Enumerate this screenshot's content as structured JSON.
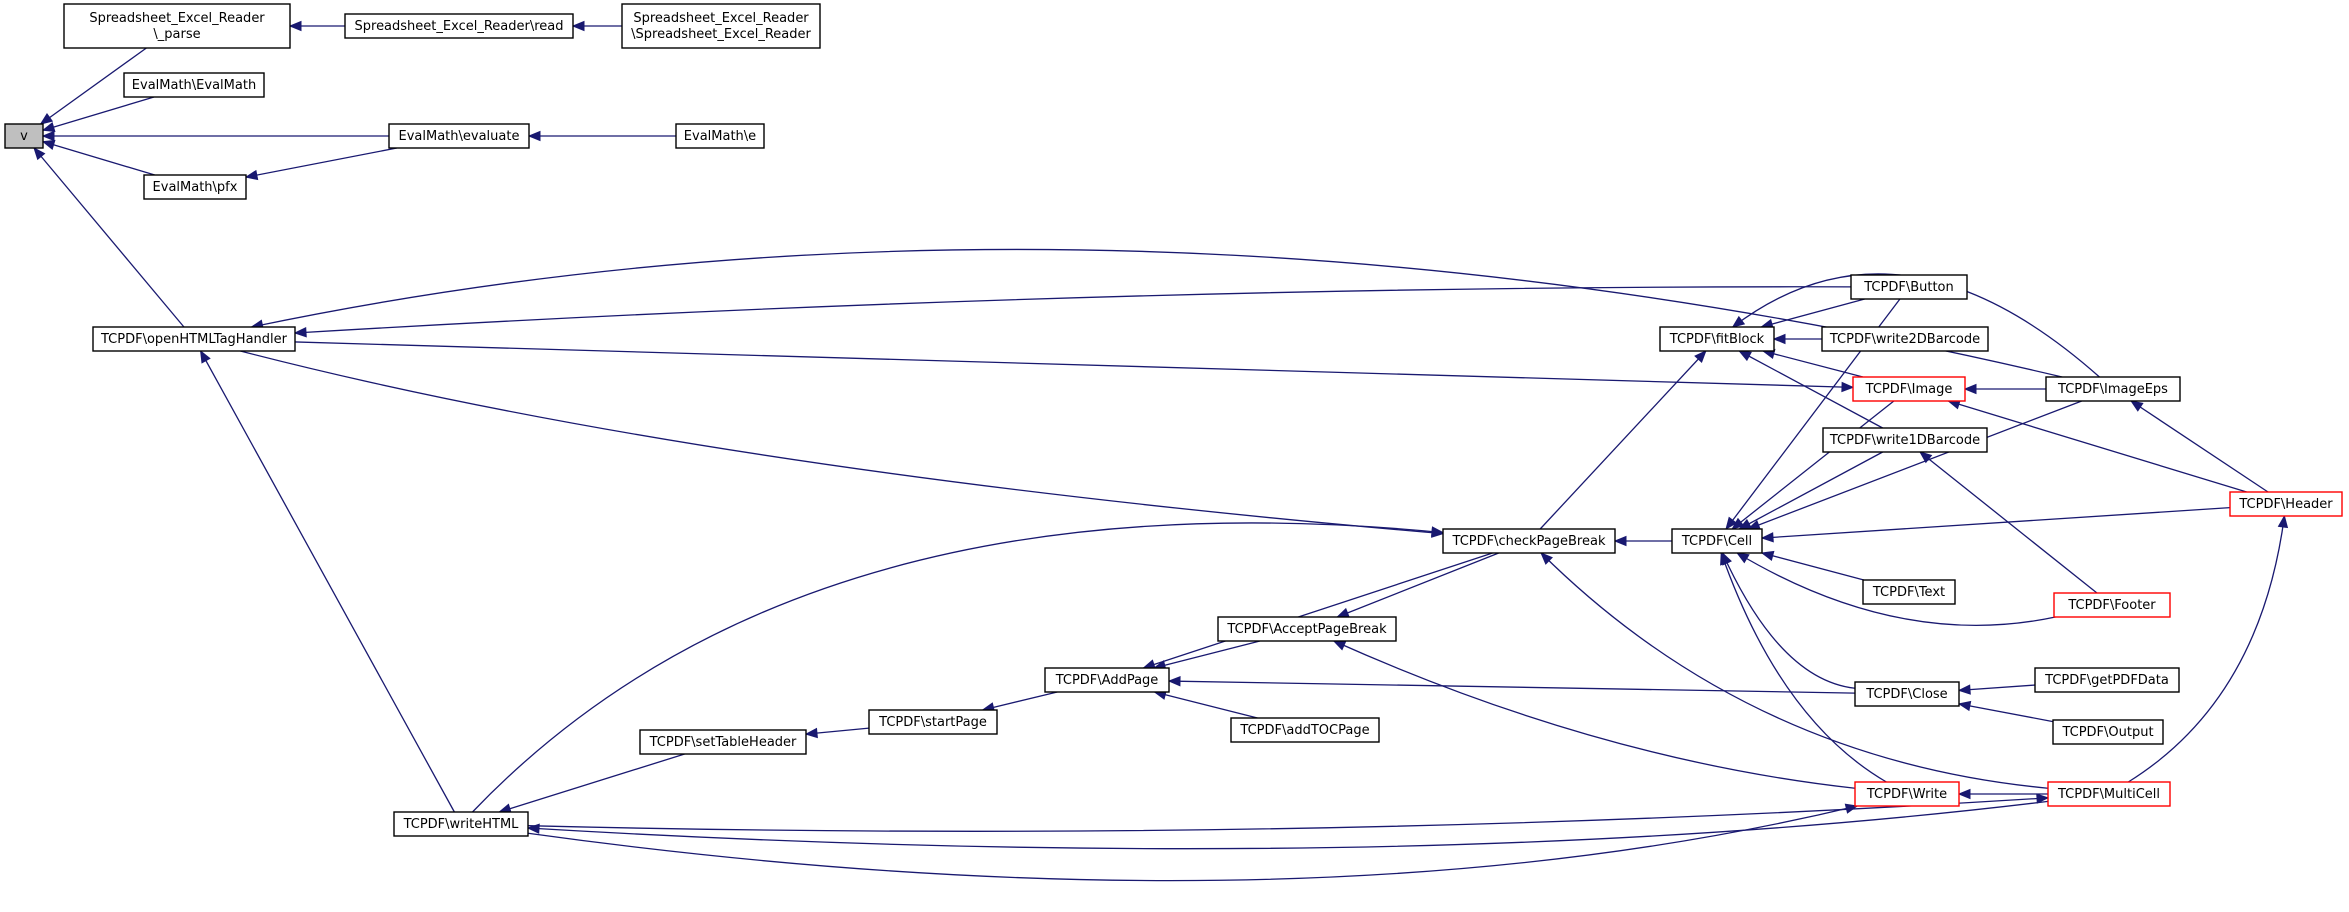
{
  "diagram": {
    "nodes": [
      {
        "id": "v",
        "lines": [
          "v"
        ]
      },
      {
        "id": "ser_parse",
        "lines": [
          "Spreadsheet_Excel_Reader",
          "\\_parse"
        ]
      },
      {
        "id": "ser_read",
        "lines": [
          "Spreadsheet_Excel_Reader\\read"
        ]
      },
      {
        "id": "ser_ctor",
        "lines": [
          "Spreadsheet_Excel_Reader",
          "\\Spreadsheet_Excel_Reader"
        ]
      },
      {
        "id": "em_ctor",
        "lines": [
          "EvalMath\\EvalMath"
        ]
      },
      {
        "id": "em_eval",
        "lines": [
          "EvalMath\\evaluate"
        ]
      },
      {
        "id": "em_e",
        "lines": [
          "EvalMath\\e"
        ]
      },
      {
        "id": "em_pfx",
        "lines": [
          "EvalMath\\pfx"
        ]
      },
      {
        "id": "openHTML",
        "lines": [
          "TCPDF\\openHTMLTagHandler"
        ]
      },
      {
        "id": "writeHTML",
        "lines": [
          "TCPDF\\writeHTML"
        ]
      },
      {
        "id": "setTableHeader",
        "lines": [
          "TCPDF\\setTableHeader"
        ]
      },
      {
        "id": "startPage",
        "lines": [
          "TCPDF\\startPage"
        ]
      },
      {
        "id": "AddPage",
        "lines": [
          "TCPDF\\AddPage"
        ]
      },
      {
        "id": "AcceptPageBreak",
        "lines": [
          "TCPDF\\AcceptPageBreak"
        ]
      },
      {
        "id": "addTOCPage",
        "lines": [
          "TCPDF\\addTOCPage"
        ]
      },
      {
        "id": "checkPageBreak",
        "lines": [
          "TCPDF\\checkPageBreak"
        ]
      },
      {
        "id": "fitBlock",
        "lines": [
          "TCPDF\\fitBlock"
        ]
      },
      {
        "id": "Cell",
        "lines": [
          "TCPDF\\Cell"
        ]
      },
      {
        "id": "Button",
        "lines": [
          "TCPDF\\Button"
        ]
      },
      {
        "id": "write2D",
        "lines": [
          "TCPDF\\write2DBarcode"
        ]
      },
      {
        "id": "Image",
        "lines": [
          "TCPDF\\Image"
        ],
        "red": true
      },
      {
        "id": "write1D",
        "lines": [
          "TCPDF\\write1DBarcode"
        ]
      },
      {
        "id": "Text",
        "lines": [
          "TCPDF\\Text"
        ]
      },
      {
        "id": "Close",
        "lines": [
          "TCPDF\\Close"
        ]
      },
      {
        "id": "Write",
        "lines": [
          "TCPDF\\Write"
        ],
        "red": true
      },
      {
        "id": "ImageEps",
        "lines": [
          "TCPDF\\ImageEps"
        ]
      },
      {
        "id": "Header",
        "lines": [
          "TCPDF\\Header"
        ],
        "red": true
      },
      {
        "id": "Footer",
        "lines": [
          "TCPDF\\Footer"
        ],
        "red": true
      },
      {
        "id": "MultiCell",
        "lines": [
          "TCPDF\\MultiCell"
        ],
        "red": true
      },
      {
        "id": "getPDFData",
        "lines": [
          "TCPDF\\getPDFData"
        ]
      },
      {
        "id": "Output",
        "lines": [
          "TCPDF\\Output"
        ]
      }
    ],
    "edges": [
      {
        "from": "ser_parse",
        "to": "v"
      },
      {
        "from": "ser_read",
        "to": "ser_parse"
      },
      {
        "from": "ser_ctor",
        "to": "ser_read"
      },
      {
        "from": "em_ctor",
        "to": "v"
      },
      {
        "from": "em_eval",
        "to": "v"
      },
      {
        "from": "em_e",
        "to": "em_eval"
      },
      {
        "from": "em_pfx",
        "to": "v"
      },
      {
        "from": "em_eval",
        "to": "em_pfx"
      },
      {
        "from": "openHTML",
        "to": "v"
      },
      {
        "from": "writeHTML",
        "to": "openHTML"
      },
      {
        "from": "ImageEps",
        "to": "openHTML"
      },
      {
        "from": "Button",
        "to": "openHTML"
      },
      {
        "from": "openHTML",
        "to": "Image"
      },
      {
        "from": "openHTML",
        "to": "checkPageBreak"
      },
      {
        "from": "writeHTML",
        "to": "checkPageBreak"
      },
      {
        "from": "setTableHeader",
        "to": "writeHTML"
      },
      {
        "from": "startPage",
        "to": "setTableHeader"
      },
      {
        "from": "AddPage",
        "to": "startPage"
      },
      {
        "from": "checkPageBreak",
        "to": "AddPage"
      },
      {
        "from": "AcceptPageBreak",
        "to": "AddPage"
      },
      {
        "from": "addTOCPage",
        "to": "AddPage"
      },
      {
        "from": "Close",
        "to": "AddPage"
      },
      {
        "from": "checkPageBreak",
        "to": "AcceptPageBreak"
      },
      {
        "from": "Write",
        "to": "AcceptPageBreak"
      },
      {
        "from": "checkPageBreak",
        "to": "fitBlock"
      },
      {
        "from": "Cell",
        "to": "checkPageBreak"
      },
      {
        "from": "MultiCell",
        "to": "checkPageBreak"
      },
      {
        "from": "Button",
        "to": "fitBlock"
      },
      {
        "from": "write2D",
        "to": "fitBlock"
      },
      {
        "from": "Image",
        "to": "fitBlock"
      },
      {
        "from": "write1D",
        "to": "fitBlock"
      },
      {
        "from": "ImageEps",
        "to": "fitBlock"
      },
      {
        "from": "Button",
        "to": "Cell"
      },
      {
        "from": "Image",
        "to": "Cell"
      },
      {
        "from": "write1D",
        "to": "Cell"
      },
      {
        "from": "ImageEps",
        "to": "Cell"
      },
      {
        "from": "Header",
        "to": "Cell"
      },
      {
        "from": "Text",
        "to": "Cell"
      },
      {
        "from": "Footer",
        "to": "Cell"
      },
      {
        "from": "Close",
        "to": "Cell"
      },
      {
        "from": "Write",
        "to": "Cell"
      },
      {
        "from": "ImageEps",
        "to": "Image"
      },
      {
        "from": "Header",
        "to": "Image"
      },
      {
        "from": "Header",
        "to": "ImageEps"
      },
      {
        "from": "Footer",
        "to": "write1D"
      },
      {
        "from": "getPDFData",
        "to": "Close"
      },
      {
        "from": "Output",
        "to": "Close"
      },
      {
        "from": "MultiCell",
        "to": "Write"
      },
      {
        "from": "MultiCell",
        "to": "Header"
      },
      {
        "from": "writeHTML",
        "to": "MultiCell"
      },
      {
        "from": "MultiCell",
        "to": "writeHTML"
      },
      {
        "from": "writeHTML",
        "to": "Write"
      }
    ]
  }
}
